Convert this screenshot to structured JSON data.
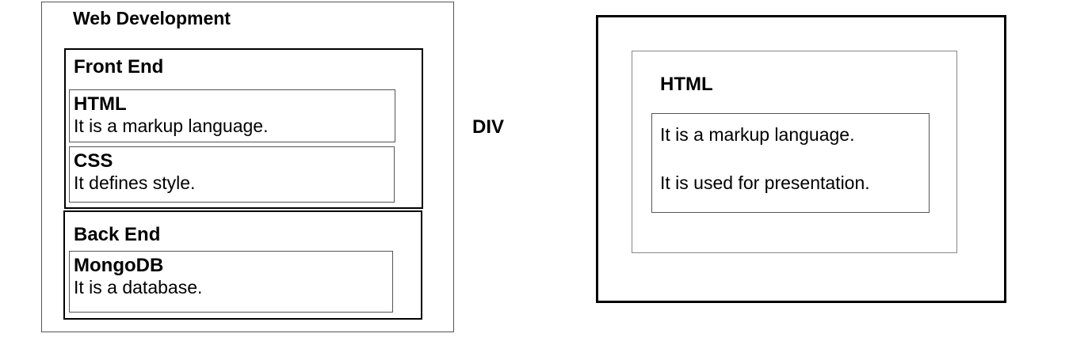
{
  "left_panel": {
    "title": "Web Development",
    "front_end": {
      "title": "Front End",
      "cards": [
        {
          "title": "HTML",
          "text": "It is a markup language."
        },
        {
          "title": "CSS",
          "text": "It defines style."
        }
      ]
    },
    "back_end": {
      "title": "Back End",
      "cards": [
        {
          "title": "MongoDB",
          "text": "It is a database."
        }
      ]
    }
  },
  "center_label": "DIV",
  "right_panel": {
    "heading": "HTML",
    "lines": [
      "It is a markup language.",
      "It is used for presentation."
    ]
  }
}
